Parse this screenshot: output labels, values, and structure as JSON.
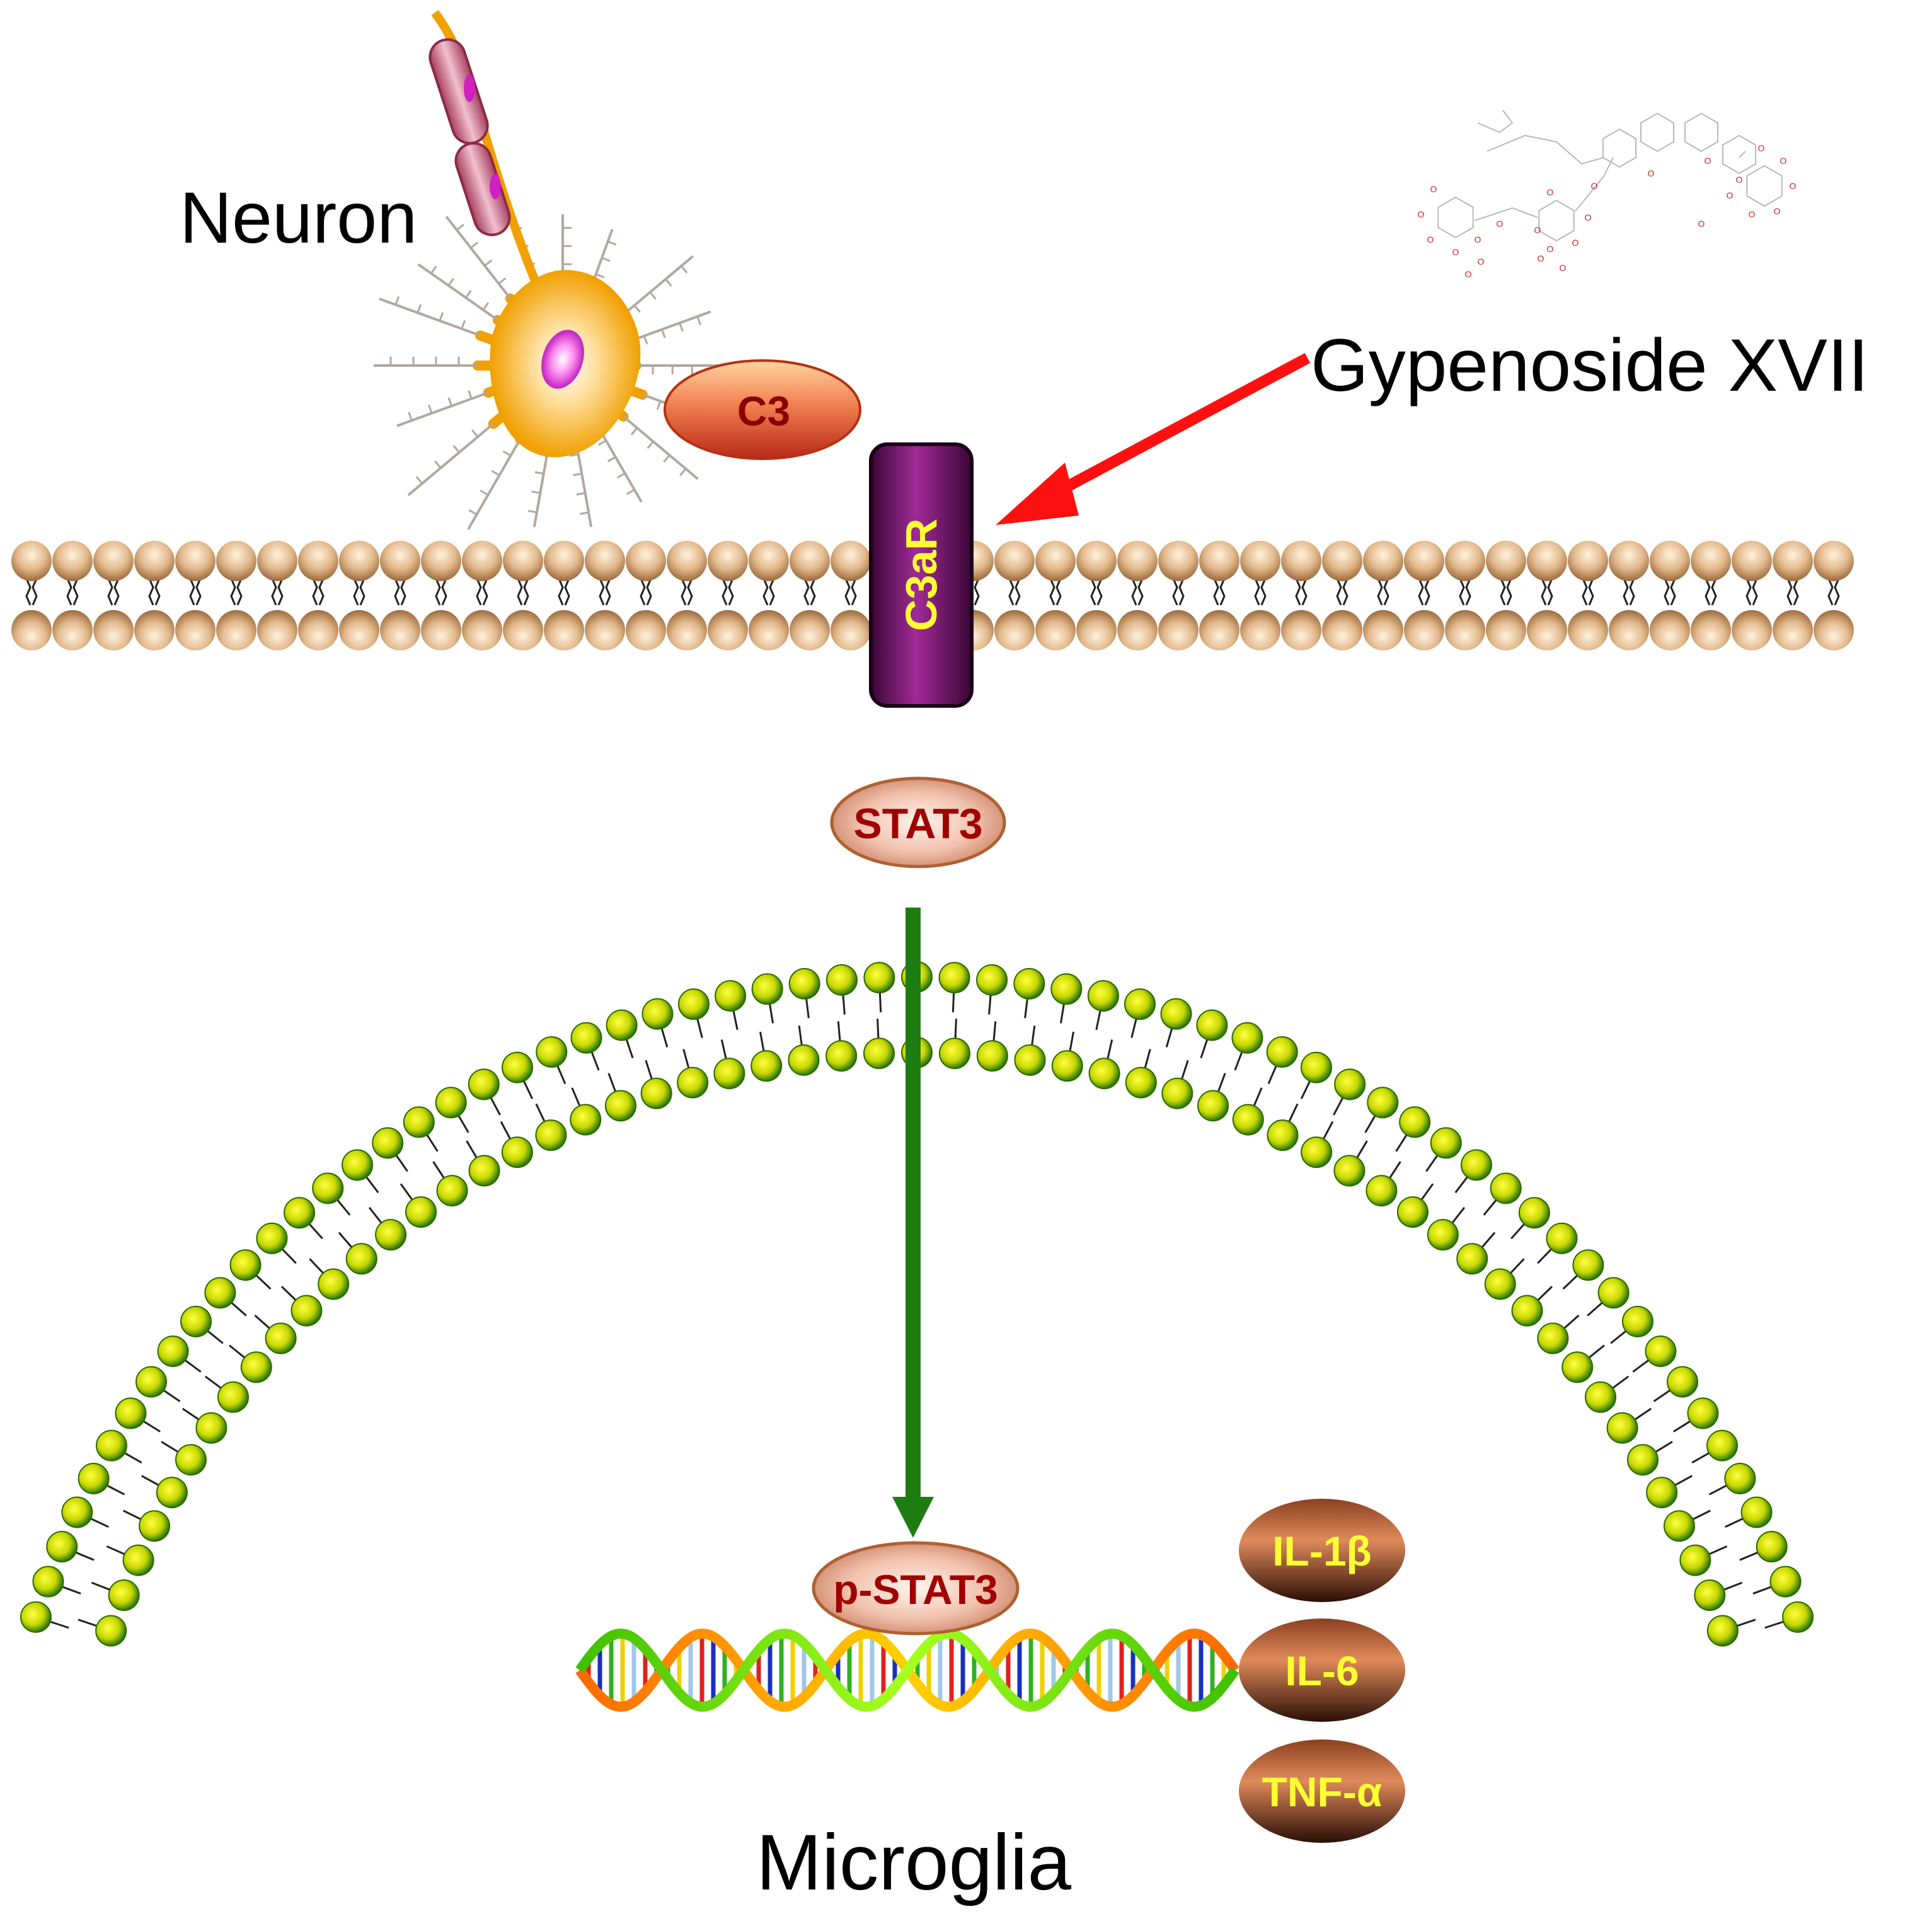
{
  "labels": {
    "neuron": "Neuron",
    "compound": "Gypenoside XVII",
    "ligand": "C3",
    "receptor": "C3aR",
    "stat": "STAT3",
    "pstat": "p-STAT3",
    "cell": "Microglia"
  },
  "cytokines": [
    "IL-1β",
    "IL-6",
    "TNF-α"
  ],
  "molecule_atoms": [
    "O",
    "O",
    "O",
    "O",
    "O",
    "O",
    "O",
    "O",
    "O",
    "O",
    "O",
    "O",
    "O",
    "O",
    "O",
    "O",
    "O",
    "O",
    "O",
    "O",
    "O",
    "O",
    "O",
    "O",
    "O",
    "O"
  ],
  "colors": {
    "inhibit_arrow": "#ff1010",
    "signal_arrow": "#1e7d10",
    "receptor": "#7a1a72",
    "receptor_text": "#ffff33",
    "ligand_text": "#8b0000",
    "cytokine_text": "#ffff33",
    "neuron_body": "#f0a000",
    "outer_lipid": "#c89060",
    "nuclear_lipid": "#a0c800"
  }
}
